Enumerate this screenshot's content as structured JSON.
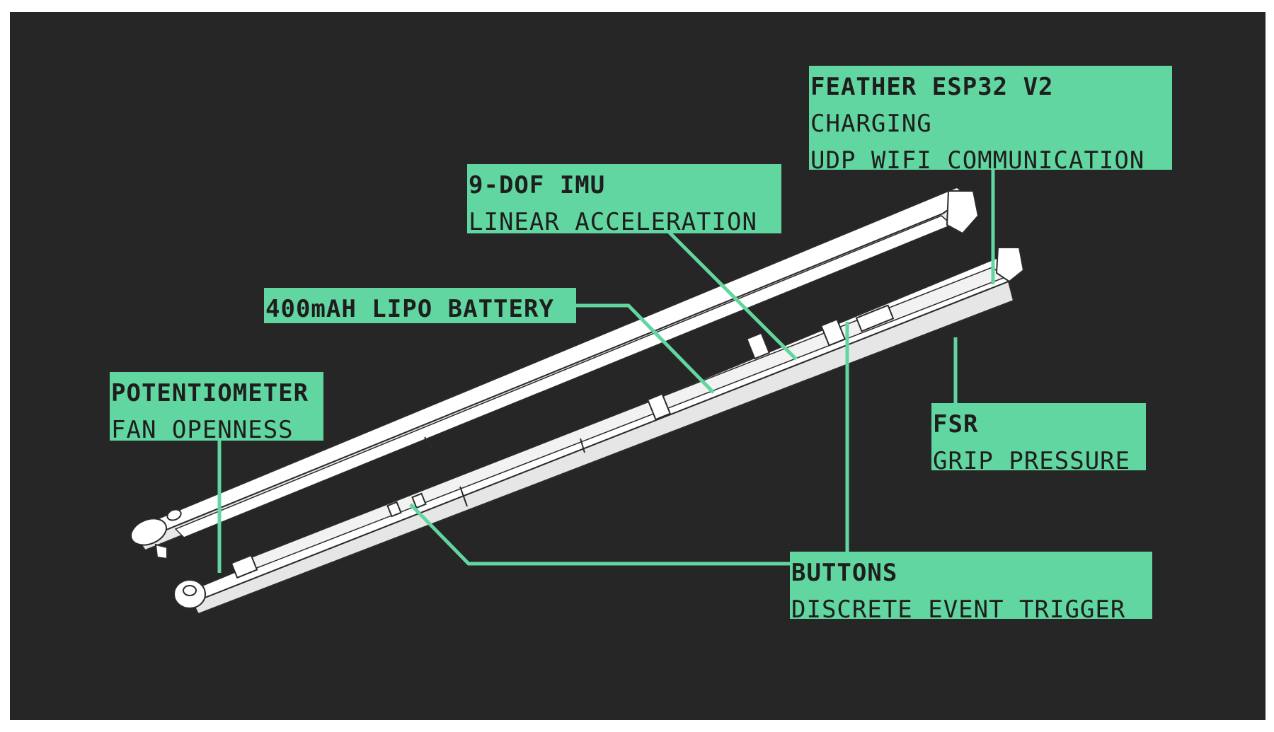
{
  "colors": {
    "background": "#262626",
    "accent": "#62d6a1",
    "label_text": "#1e1e1e",
    "part": "#ffffff",
    "part_edge": "#2b2b2b"
  },
  "callouts": [
    {
      "id": "feather",
      "title": "FEATHER ESP32 V2",
      "lines": [
        "CHARGING",
        "UDP WIFI COMMUNICATION"
      ]
    },
    {
      "id": "imu",
      "title": "9-DOF IMU",
      "lines": [
        "LINEAR ACCELERATION"
      ]
    },
    {
      "id": "battery",
      "title": "400mAH LIPO BATTERY",
      "lines": []
    },
    {
      "id": "pot",
      "title": "POTENTIOMETER",
      "lines": [
        "FAN OPENNESS"
      ]
    },
    {
      "id": "fsr",
      "title": "FSR",
      "lines": [
        "GRIP PRESSURE"
      ]
    },
    {
      "id": "buttons",
      "title": "BUTTONS",
      "lines": [
        "DISCRETE EVENT TRIGGER"
      ]
    }
  ]
}
